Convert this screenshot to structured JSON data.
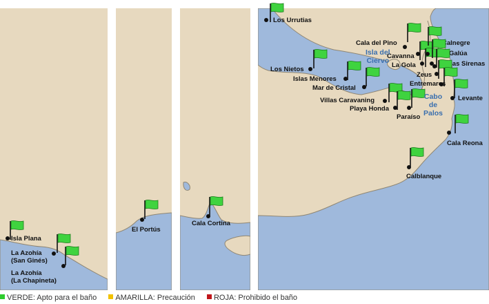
{
  "map": {
    "colors": {
      "land": "#e7d9bf",
      "sea": "#9fb9dc",
      "coast": "#8f8673",
      "flag": "#3fd33f",
      "label": "#111111",
      "place_label": "#3a6fae"
    },
    "beaches": [
      {
        "name": "Isla Plana",
        "flag": "verde"
      },
      {
        "name": "La Azohía",
        "sub": "(San Ginés)",
        "flag": "verde"
      },
      {
        "name": "La Azohía",
        "sub": "(La Chapineta)",
        "flag": "verde"
      },
      {
        "name": "El Portús",
        "flag": "verde"
      },
      {
        "name": "Cala Cortina",
        "flag": "verde"
      },
      {
        "name": "Los Urrutias",
        "flag": "verde"
      },
      {
        "name": "Los Nietos",
        "flag": "verde"
      },
      {
        "name": "Islas Menores",
        "flag": "verde"
      },
      {
        "name": "Mar de Cristal",
        "flag": "verde"
      },
      {
        "name": "Villas Caravaning",
        "flag": "verde"
      },
      {
        "name": "Playa Honda",
        "flag": "verde"
      },
      {
        "name": "Paraíso",
        "flag": "verde"
      },
      {
        "name": "Cala del Pino",
        "flag": "verde"
      },
      {
        "name": "Cavanna",
        "flag": "verde"
      },
      {
        "name": "La Gola",
        "flag": "verde"
      },
      {
        "name": "Calnegre",
        "flag": "verde"
      },
      {
        "name": "Galúa",
        "flag": "verde"
      },
      {
        "name": "Las Sirenas",
        "flag": "verde"
      },
      {
        "name": "Zeus",
        "flag": "verde"
      },
      {
        "name": "Entremares",
        "flag": "verde"
      },
      {
        "name": "Levante",
        "flag": "verde"
      },
      {
        "name": "Cala Reona",
        "flag": "verde"
      },
      {
        "name": "Calblanque",
        "flag": "verde"
      }
    ],
    "places": [
      {
        "line1": "Isla del",
        "line2": "Ciervo"
      },
      {
        "line1": "Cabo",
        "line2": "de",
        "line3": "Palos"
      }
    ]
  },
  "legend": [
    {
      "code": "VERDE",
      "text": ": Apto para el baño",
      "color": "#2ecc2e"
    },
    {
      "code": "AMARILLA",
      "text": ": Precaución",
      "color": "#f2c200"
    },
    {
      "code": "ROJA",
      "text": ": Prohibido el baño",
      "color": "#c0161b"
    }
  ]
}
